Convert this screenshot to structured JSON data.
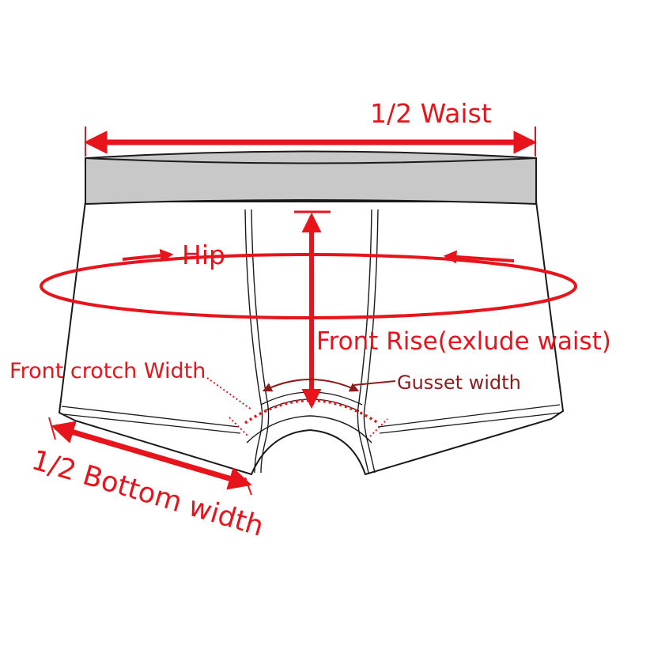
{
  "labels": {
    "waist": "1/2 Waist",
    "hip": "Hip",
    "front_rise": "Front Rise(exlude waist)",
    "front_crotch": "Front crotch Width",
    "gusset": "Gusset width",
    "bottom": "1/2 Bottom width"
  },
  "colors": {
    "measure": "#e8141b",
    "gusset_arrow": "#8e1a1a",
    "outline": "#1a1a1a",
    "waistband": "#c8c8c8",
    "background": "#ffffff"
  }
}
